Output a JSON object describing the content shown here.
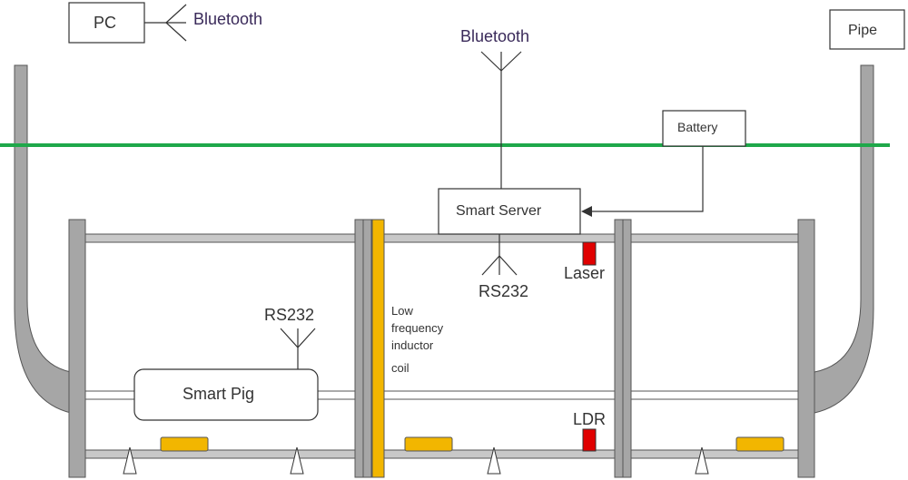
{
  "labels": {
    "pc": "PC",
    "bluetooth_pc": "Bluetooth",
    "pipe": "Pipe",
    "bluetooth_server": "Bluetooth",
    "battery": "Battery",
    "smart_server": "Smart Server",
    "rs232_server": "RS232",
    "laser": "Laser",
    "coil_line1": "Low",
    "coil_line2": "frequency",
    "coil_line3": "inductor",
    "coil_line4": "coil",
    "rs232_pig": "RS232",
    "smart_pig": "Smart Pig",
    "ldr": "LDR"
  },
  "colors": {
    "water_line": "#1fa84a",
    "pipe_gray": "#a6a6a6",
    "pipe_outline": "#555555",
    "coil": "#f2b600",
    "sensor_pad": "#f2b600",
    "laser": "#e00000",
    "ldr": "#e00000",
    "text": "#333333"
  }
}
